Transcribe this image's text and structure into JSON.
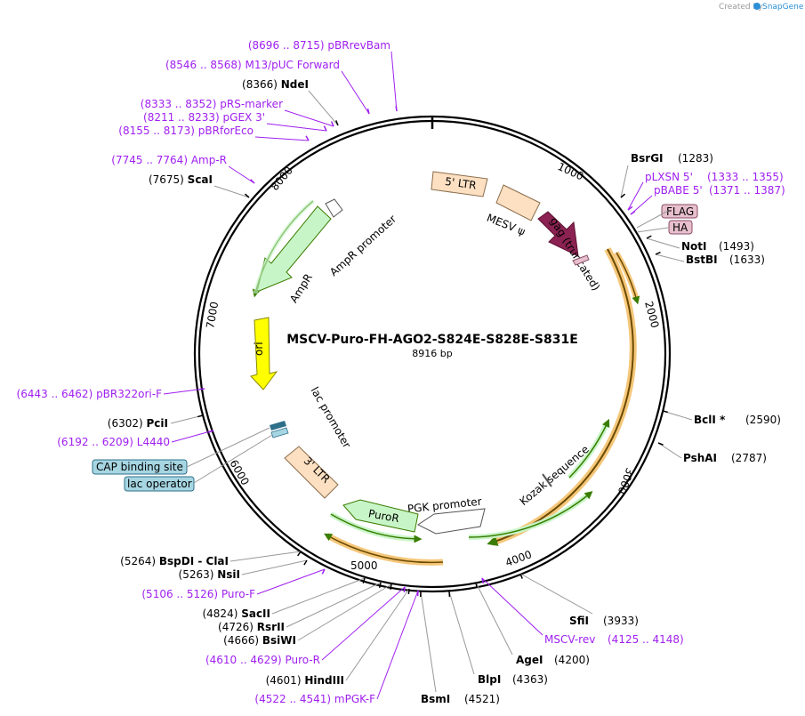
{
  "header": {
    "created_by": "Created by",
    "brand": "SnapGene"
  },
  "plasmid": {
    "name": "MSCV-Puro-FH-AGO2-S824E-S828E-S831E",
    "size": "8916 bp"
  },
  "scale_ticks": [
    "1000",
    "2000",
    "3000",
    "4000",
    "5000",
    "6000",
    "7000",
    "8000"
  ],
  "features": {
    "ltr5": "5' LTR",
    "gag": "gag (truncated)",
    "mesv": "MESV ψ",
    "ampr_promoter": "AmpR promoter",
    "ampr": "AmpR",
    "ori": "ori",
    "lac_promoter": "lac promoter",
    "ltr3": "3' LTR",
    "puror": "PuroR",
    "pgk_promoter": "PGK promoter",
    "kozak": "Kozak sequence"
  },
  "boxed_labels": {
    "flag": "FLAG",
    "ha": "HA",
    "cap": "CAP binding site",
    "lac_operator": "lac operator"
  },
  "colors": {
    "primer": "#a020f0",
    "ltr_fill": "#fde0c2",
    "gag_fill": "#8b2252",
    "promoter_fill": "#ffffff",
    "ampr_fill": "#c8f5c8",
    "ori_fill": "#ffff00",
    "lac_fill": "#2e6f8a",
    "orf_line": "#3a7d00",
    "orf_glow": "#f5c77a",
    "flag_fill": "#e7bfcd",
    "cap_fill": "#a7d6e3"
  },
  "labels_right": [
    {
      "name": "BsrGI",
      "pos": "(1283)",
      "type": "site"
    },
    {
      "name": "pLXSN 5'",
      "pos": "(1333 .. 1355)",
      "type": "primer"
    },
    {
      "name": "pBABE 5'",
      "pos": "(1371 .. 1387)",
      "type": "primer"
    },
    {
      "name": "NotI",
      "pos": "(1493)",
      "type": "site"
    },
    {
      "name": "BstBI",
      "pos": "(1633)",
      "type": "site"
    },
    {
      "name": "BclI *",
      "pos": "(2590)",
      "type": "site"
    },
    {
      "name": "PshAI",
      "pos": "(2787)",
      "type": "site"
    },
    {
      "name": "SfiI",
      "pos": "(3933)",
      "type": "site"
    },
    {
      "name": "MSCV-rev",
      "pos": "(4125 .. 4148)",
      "type": "primer"
    },
    {
      "name": "AgeI",
      "pos": "(4200)",
      "type": "site"
    },
    {
      "name": "BlpI",
      "pos": "(4363)",
      "type": "site"
    },
    {
      "name": "BsmI",
      "pos": "(4521)",
      "type": "site"
    }
  ],
  "labels_left": [
    {
      "name": "pBRrevBam",
      "pos": "(8696 .. 8715)",
      "type": "primer"
    },
    {
      "name": "M13/pUC Forward",
      "pos": "(8546 .. 8568)",
      "type": "primer"
    },
    {
      "name": "NdeI",
      "pos": "(8366)",
      "type": "site"
    },
    {
      "name": "pRS-marker",
      "pos": "(8333 .. 8352)",
      "type": "primer"
    },
    {
      "name": "pGEX 3'",
      "pos": "(8211 .. 8233)",
      "type": "primer"
    },
    {
      "name": "pBRforEco",
      "pos": "(8155 .. 8173)",
      "type": "primer"
    },
    {
      "name": "Amp-R",
      "pos": "(7745 .. 7764)",
      "type": "primer"
    },
    {
      "name": "ScaI",
      "pos": "(7675)",
      "type": "site"
    },
    {
      "name": "pBR322ori-F",
      "pos": "(6443 .. 6462)",
      "type": "primer"
    },
    {
      "name": "PciI",
      "pos": "(6302)",
      "type": "site"
    },
    {
      "name": "L4440",
      "pos": "(6192 .. 6209)",
      "type": "primer"
    },
    {
      "name": "BspDI  - ClaI",
      "pos": "(5264)",
      "type": "site"
    },
    {
      "name": "NsiI",
      "pos": "(5263)",
      "type": "site"
    },
    {
      "name": "Puro-F",
      "pos": "(5106 .. 5126)",
      "type": "primer"
    },
    {
      "name": "SacII",
      "pos": "(4824)",
      "type": "site"
    },
    {
      "name": "RsrII",
      "pos": "(4726)",
      "type": "site"
    },
    {
      "name": "BsiWI",
      "pos": "(4666)",
      "type": "site"
    },
    {
      "name": "Puro-R",
      "pos": "(4610 .. 4629)",
      "type": "primer"
    },
    {
      "name": "HindIII",
      "pos": "(4601)",
      "type": "site"
    },
    {
      "name": "mPGK-F",
      "pos": "(4522 .. 4541)",
      "type": "primer"
    }
  ]
}
